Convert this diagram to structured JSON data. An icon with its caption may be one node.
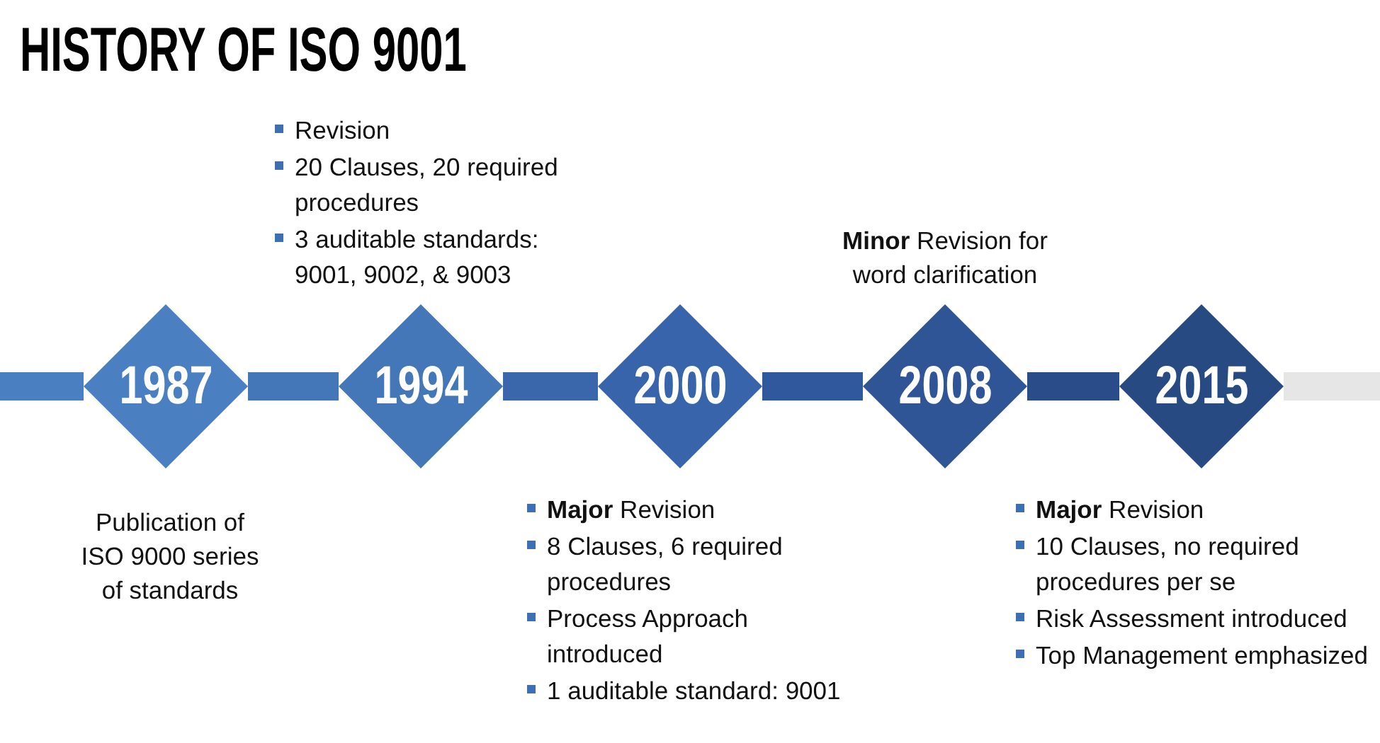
{
  "diagram": {
    "title": "HISTORY OF ISO 9001",
    "nodes": [
      {
        "text": [
          "1987"
        ],
        "beside": [
          "Publication of ISO 9000 series of standards"
        ]
      },
      {
        "text": [
          "1994"
        ],
        "beside": [
          "Revision",
          "20 Clauses, 20 required procedures",
          "3 auditable standards: 9001, 9002, & 9003"
        ]
      },
      {
        "text": [
          "2000"
        ],
        "beside": [
          "**Major** Revision",
          "8 Clauses, 6 required procedures",
          "Process Approach introduced",
          "1 auditable standard: 9001"
        ]
      },
      {
        "text": [
          "2008"
        ],
        "beside": [
          "**Minor** Revision for word clarification"
        ]
      },
      {
        "text": [
          "2015"
        ],
        "beside": [
          "**Major** Revision",
          "10 Clauses, no required procedures per se",
          "Risk Assessment introduced",
          "Top Management emphasized"
        ]
      }
    ],
    "edges": [
      {
        "from": null,
        "to": 0,
        "arrow": "none",
        "color": "#4a7fc1"
      },
      {
        "from": 0,
        "to": 1,
        "arrow": "none",
        "color": "#4377b8"
      },
      {
        "from": 1,
        "to": 2,
        "arrow": "none",
        "color": "#3a66ac"
      },
      {
        "from": 2,
        "to": 3,
        "arrow": "none",
        "color": "#30589c"
      },
      {
        "from": 3,
        "to": 4,
        "arrow": "none",
        "color": "#2a4c88"
      },
      {
        "from": 4,
        "to": null,
        "arrow": "none",
        "color": "#e6e6e6"
      }
    ]
  }
}
